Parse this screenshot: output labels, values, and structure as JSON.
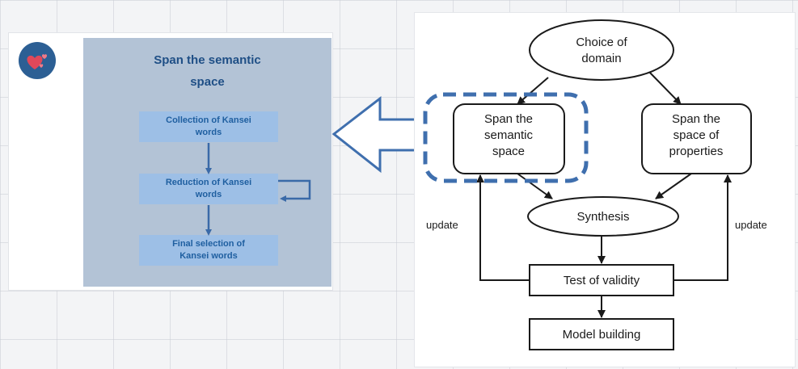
{
  "left_card": {
    "title_line1": "Span the semantic",
    "title_line2": "space",
    "steps": [
      "Collection of Kansei\nwords",
      "Reduction of Kansei\nwords",
      "Final selection of\nKansei words"
    ]
  },
  "flowchart": {
    "choice_domain": [
      "Choice of",
      "domain"
    ],
    "span_semantic": [
      "Span the",
      "semantic",
      "space"
    ],
    "span_properties": [
      "Span the",
      "space of",
      "properties"
    ],
    "synthesis": "Synthesis",
    "test_validity": "Test of validity",
    "model_building": "Model building",
    "update_left": "update",
    "update_right": "update"
  },
  "icons": {
    "hearts": "hearts-icon",
    "big_arrow": "left-arrow-icon"
  },
  "colors": {
    "card_bg": "#b3c3d6",
    "step_bg": "#9dbfe6",
    "accent_blue": "#3a6aa8",
    "badge_blue": "#2c5f94",
    "heart_red": "#e0485a"
  }
}
